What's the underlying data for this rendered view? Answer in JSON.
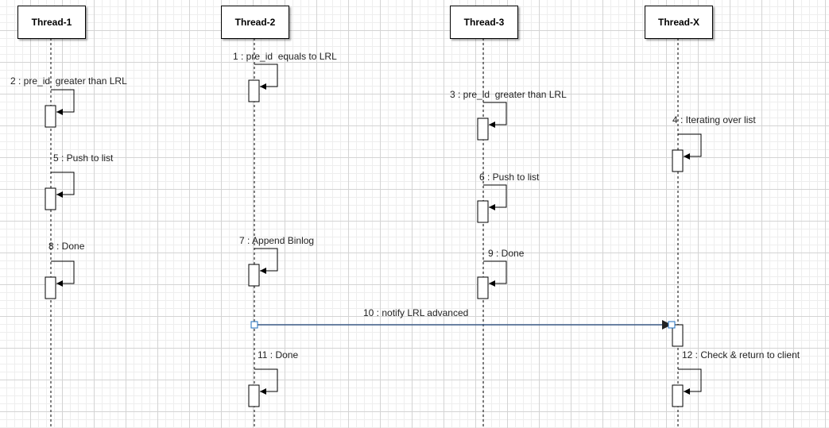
{
  "participants": [
    {
      "id": "t1",
      "name": "Thread-1"
    },
    {
      "id": "t2",
      "name": "Thread-2"
    },
    {
      "id": "t3",
      "name": "Thread-3"
    },
    {
      "id": "tx",
      "name": "Thread-X"
    }
  ],
  "messages": [
    {
      "n": 1,
      "label": "1 : pre_id  equals to LRL",
      "from": "t2",
      "to": "t2"
    },
    {
      "n": 2,
      "label": "2 : pre_id  greater than LRL",
      "from": "t1",
      "to": "t1"
    },
    {
      "n": 3,
      "label": "3 : pre_id  greater than LRL",
      "from": "t3",
      "to": "t3"
    },
    {
      "n": 4,
      "label": "4 : Iterating over list",
      "from": "tx",
      "to": "tx"
    },
    {
      "n": 5,
      "label": "5 : Push to list",
      "from": "t1",
      "to": "t1"
    },
    {
      "n": 6,
      "label": "6 : Push to list",
      "from": "t3",
      "to": "t3"
    },
    {
      "n": 7,
      "label": "7 : Append Binlog",
      "from": "t2",
      "to": "t2"
    },
    {
      "n": 8,
      "label": "8 : Done",
      "from": "t1",
      "to": "t1"
    },
    {
      "n": 9,
      "label": "9 : Done",
      "from": "t3",
      "to": "t3"
    },
    {
      "n": 10,
      "label": "10 : notify LRL advanced",
      "from": "t2",
      "to": "tx"
    },
    {
      "n": 11,
      "label": "11 : Done",
      "from": "t2",
      "to": "t2"
    },
    {
      "n": 12,
      "label": "12 : Check & return to client",
      "from": "tx",
      "to": "tx"
    }
  ],
  "colors": {
    "line": "#000000",
    "selected_edge": "#3b5a86",
    "handle_fill": "#ffffff",
    "handle_stroke": "#1f6fbf"
  }
}
